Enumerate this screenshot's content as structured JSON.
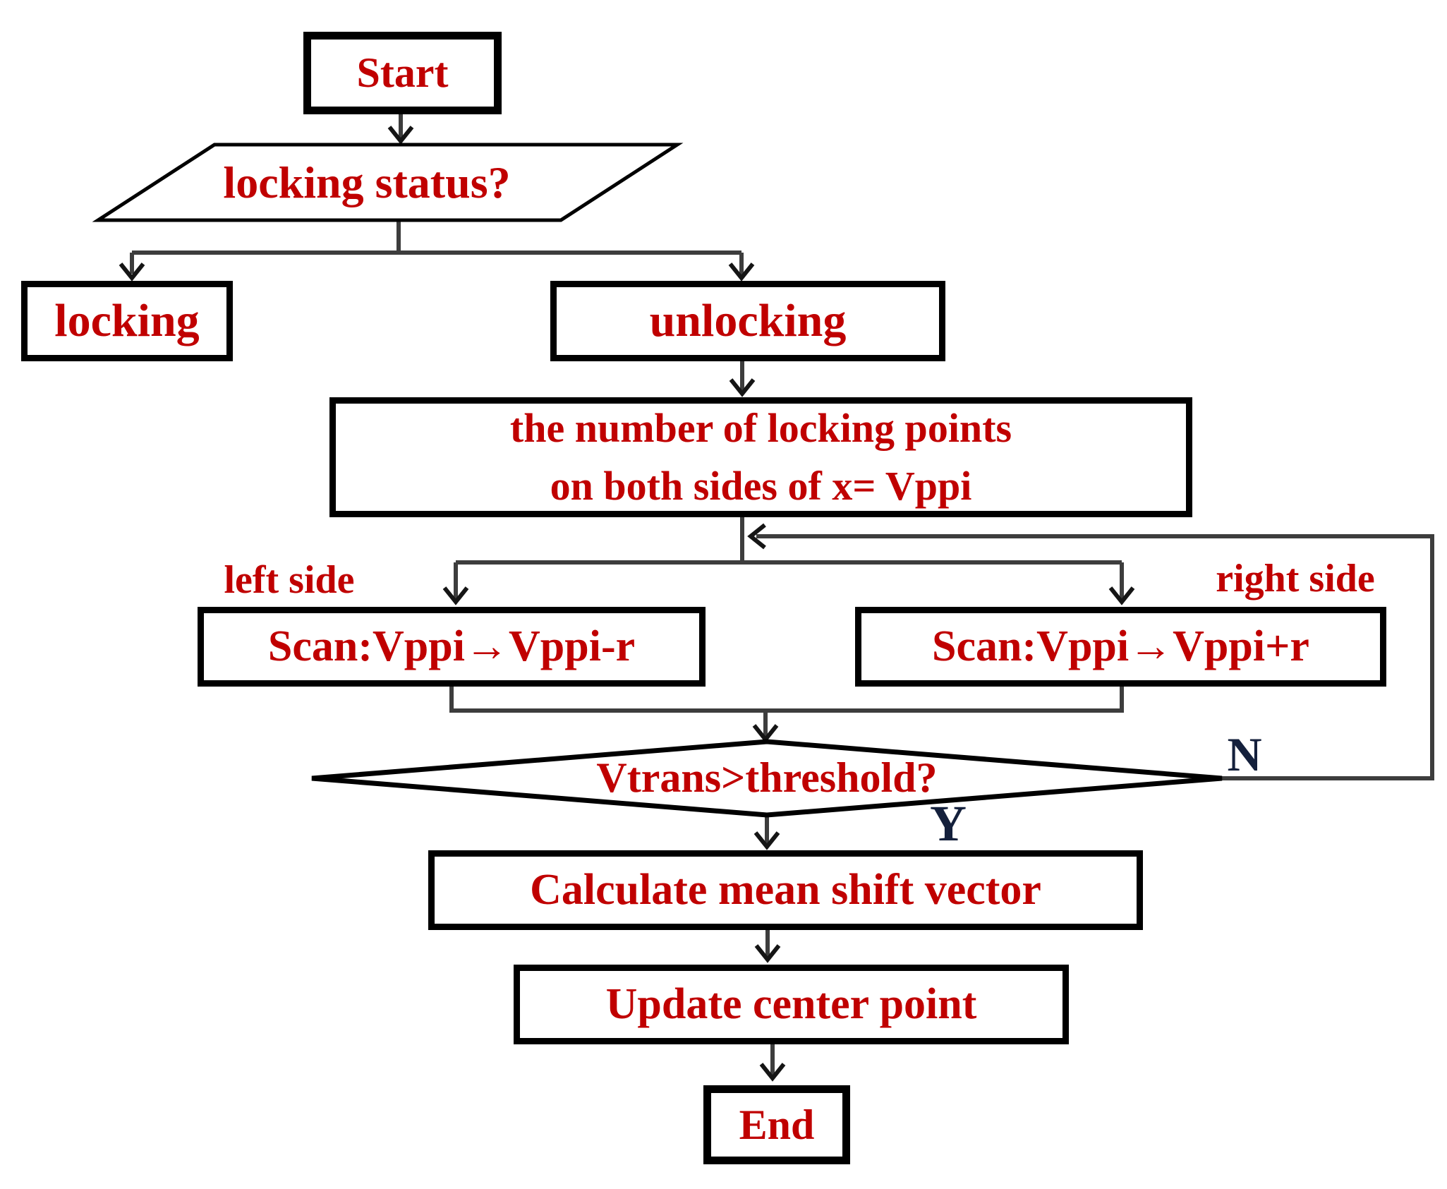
{
  "colors": {
    "text_red": "#C00000",
    "border_black": "#000000",
    "line_gray": "#3d3d3d",
    "branch_label_dark": "#14203c",
    "background": "#ffffff"
  },
  "nodes": {
    "start": {
      "label": "Start",
      "shape": "rectangle"
    },
    "locking_status": {
      "label": "locking status?",
      "shape": "parallelogram"
    },
    "locking": {
      "label": "locking",
      "shape": "rectangle"
    },
    "unlocking": {
      "label": "unlocking",
      "shape": "rectangle"
    },
    "count_points": {
      "lines": [
        "the number of locking points",
        "on both sides of x= Vppi"
      ],
      "shape": "rectangle"
    },
    "scan_left": {
      "label": "Scan:Vppi→Vppi-r",
      "shape": "rectangle"
    },
    "scan_right": {
      "label": "Scan:Vppi→Vppi+r",
      "shape": "rectangle"
    },
    "threshold": {
      "label": "Vtrans>threshold?",
      "shape": "diamond"
    },
    "calculate": {
      "label": "Calculate mean shift vector",
      "shape": "rectangle"
    },
    "update": {
      "label": "Update center point",
      "shape": "rectangle"
    },
    "end": {
      "label": "End",
      "shape": "rectangle"
    }
  },
  "labels": {
    "left_side": "left side",
    "right_side": "right side",
    "no_branch": "N",
    "yes_branch": "Y"
  }
}
